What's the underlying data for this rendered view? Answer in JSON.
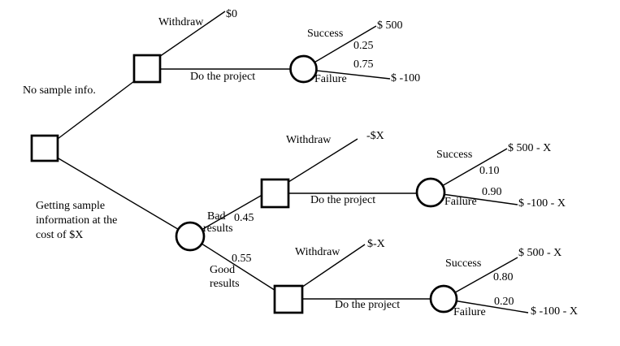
{
  "colors": {
    "background": "#ffffff",
    "line": "#000000",
    "text": "#000000"
  },
  "tree": {
    "root": {
      "no_sample_branch_label": "No sample info.",
      "sample_branch_label_lines": [
        "Getting sample",
        "information at the",
        "cost of $X"
      ]
    },
    "no_sample": {
      "withdraw_label": "Withdraw",
      "withdraw_payoff": "$0",
      "do_project_label": "Do the project",
      "success_label": "Success",
      "success_prob": "0.25",
      "success_payoff": "$ 500",
      "failure_label": "Failure",
      "failure_prob": "0.75",
      "failure_payoff": "$ -100"
    },
    "sample_bad": {
      "branch_label_lines": [
        "Bad",
        "results"
      ],
      "branch_prob": "0.45",
      "withdraw_label": "Withdraw",
      "withdraw_payoff": "-$X",
      "do_project_label": "Do the project",
      "success_label": "Success",
      "success_prob": "0.10",
      "success_payoff": "$ 500 - X",
      "failure_label": "Failure",
      "failure_prob": "0.90",
      "failure_payoff": "$ -100 - X"
    },
    "sample_good": {
      "branch_label_lines": [
        "Good",
        "results"
      ],
      "branch_prob": "0.55",
      "withdraw_label": "Withdraw",
      "withdraw_payoff": "$-X",
      "do_project_label": "Do the project",
      "success_label": "Success",
      "success_prob": "0.80",
      "success_payoff": "$ 500 - X",
      "failure_label": "Failure",
      "failure_prob": "0.20",
      "failure_payoff": "$ -100 - X"
    }
  }
}
